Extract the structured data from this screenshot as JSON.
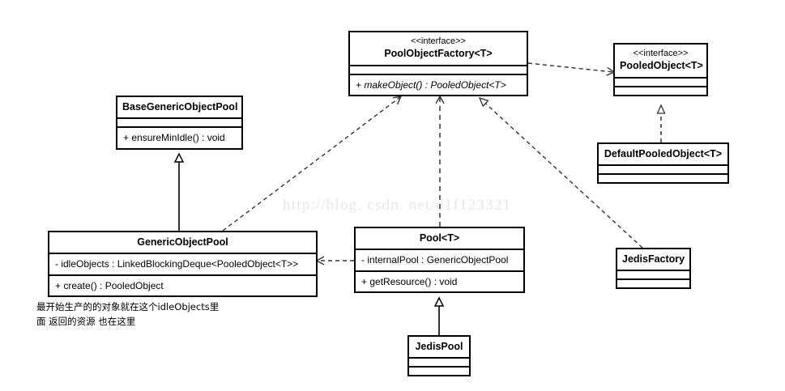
{
  "diagram": {
    "title": "UML class diagram",
    "watermark": "http://blog. csdn. net/d1f123321",
    "note": "最开始生产的的对象就在这个idleObjects里\n面 返回的资源 也在这里",
    "colors": {
      "line": "#000000",
      "background": "#ffffff",
      "watermark": "#ebe6e6"
    },
    "classes": [
      {
        "id": "pool-object-factory",
        "stereotype": "<<interface>>",
        "name": "PoolObjectFactory<T>",
        "attributes": [],
        "operations": [
          "+ makeObject() : PooledObject<T>"
        ]
      },
      {
        "id": "pooled-object",
        "stereotype": "<<interface>>",
        "name": "PooledObject<T>",
        "attributes": [],
        "operations": []
      },
      {
        "id": "default-pooled-object",
        "stereotype": "",
        "name": "DefaultPooledObject<T>",
        "attributes": [],
        "operations": []
      },
      {
        "id": "base-generic-object-pool",
        "stereotype": "",
        "name": "BaseGenericObjectPool",
        "attributes": [],
        "operations": [
          "+ ensureMinIdle() : void"
        ]
      },
      {
        "id": "generic-object-pool",
        "stereotype": "",
        "name": "GenericObjectPool",
        "attributes": [
          "- idleObjects : LinkedBlockingDeque<PooledObject<T>>"
        ],
        "operations": [
          "+  create() : PooledObject"
        ]
      },
      {
        "id": "pool",
        "stereotype": "",
        "name": "Pool<T>",
        "attributes": [
          "- internalPool : GenericObjectPool"
        ],
        "operations": [
          "+ getResource() : void"
        ]
      },
      {
        "id": "jedis-factory",
        "stereotype": "",
        "name": "JedisFactory",
        "attributes": [],
        "operations": []
      },
      {
        "id": "jedis-pool",
        "stereotype": "",
        "name": "JedisPool",
        "attributes": [],
        "operations": []
      }
    ],
    "relationships": [
      {
        "from": "generic-object-pool",
        "to": "base-generic-object-pool",
        "type": "generalization"
      },
      {
        "from": "jedis-pool",
        "to": "pool",
        "type": "generalization"
      },
      {
        "from": "default-pooled-object",
        "to": "pooled-object",
        "type": "realization"
      },
      {
        "from": "generic-object-pool",
        "to": "pool-object-factory",
        "type": "dependency"
      },
      {
        "from": "pool",
        "to": "pool-object-factory",
        "type": "dependency"
      },
      {
        "from": "jedis-factory",
        "to": "pool-object-factory",
        "type": "realization"
      },
      {
        "from": "pool-object-factory",
        "to": "pooled-object",
        "type": "dependency"
      },
      {
        "from": "pool",
        "to": "generic-object-pool",
        "type": "dependency"
      }
    ]
  }
}
